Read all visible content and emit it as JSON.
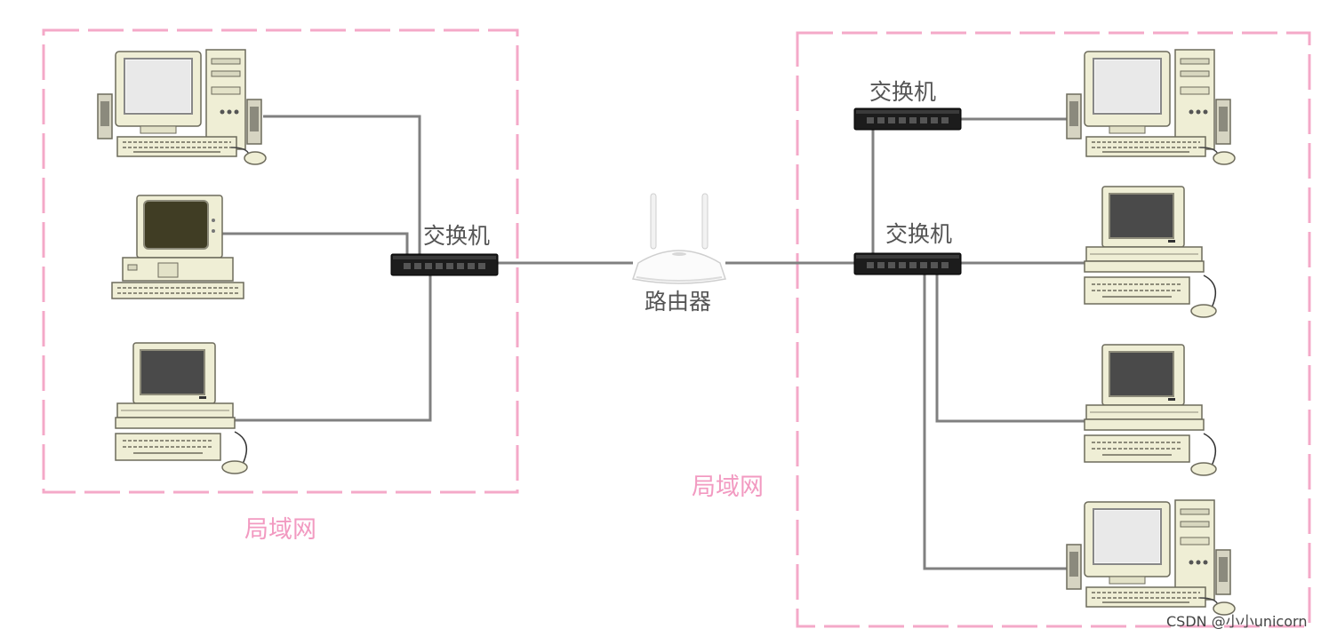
{
  "lans": [
    {
      "label": "局域网"
    },
    {
      "label": "局域网"
    }
  ],
  "router": {
    "label": "路由器"
  },
  "switches": [
    {
      "label": "交换机"
    },
    {
      "label": "交换机"
    },
    {
      "label": "交换机"
    }
  ],
  "watermark": "CSDN @小小unicorn",
  "colors": {
    "lan_border": "#f4a9c8",
    "lan_label": "#f29ac1",
    "cable": "#808080",
    "device_label": "#555555"
  },
  "icons": {
    "computer_tower": "desktop-tower-computer-icon",
    "computer_terminal": "terminal-computer-icon",
    "switch": "network-switch-icon",
    "router": "wifi-router-icon"
  }
}
